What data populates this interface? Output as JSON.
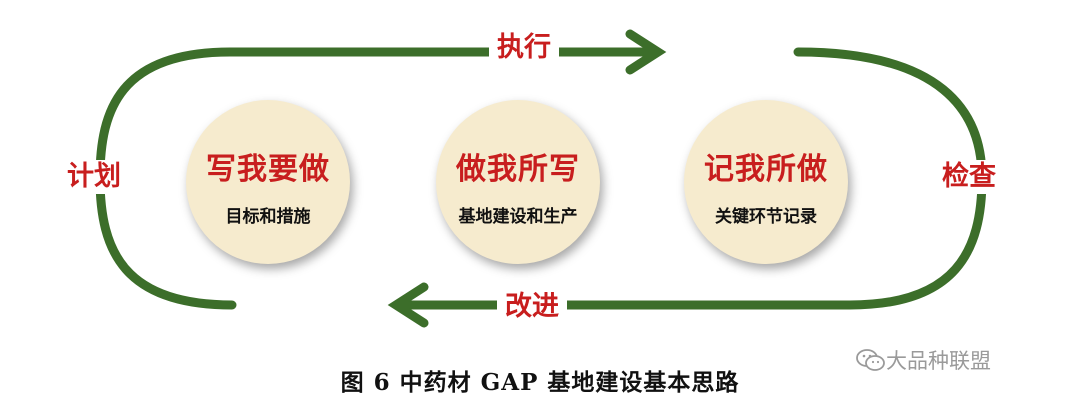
{
  "diagram": {
    "arrows": {
      "top": "执行",
      "right": "检查",
      "bottom": "改进",
      "left": "计划"
    },
    "circles": [
      {
        "title": "写我要做",
        "subtitle": "目标和措施"
      },
      {
        "title": "做我所写",
        "subtitle": "基地建设和生产"
      },
      {
        "title": "记我所做",
        "subtitle": "关键环节记录"
      }
    ],
    "caption": "图 6 中药材 GAP 基地建设基本思路",
    "watermark": "大品种联盟",
    "colors": {
      "arrow": "#3c6e2a",
      "label": "#c81e1e",
      "circle_fill": "#f6ebce"
    }
  }
}
